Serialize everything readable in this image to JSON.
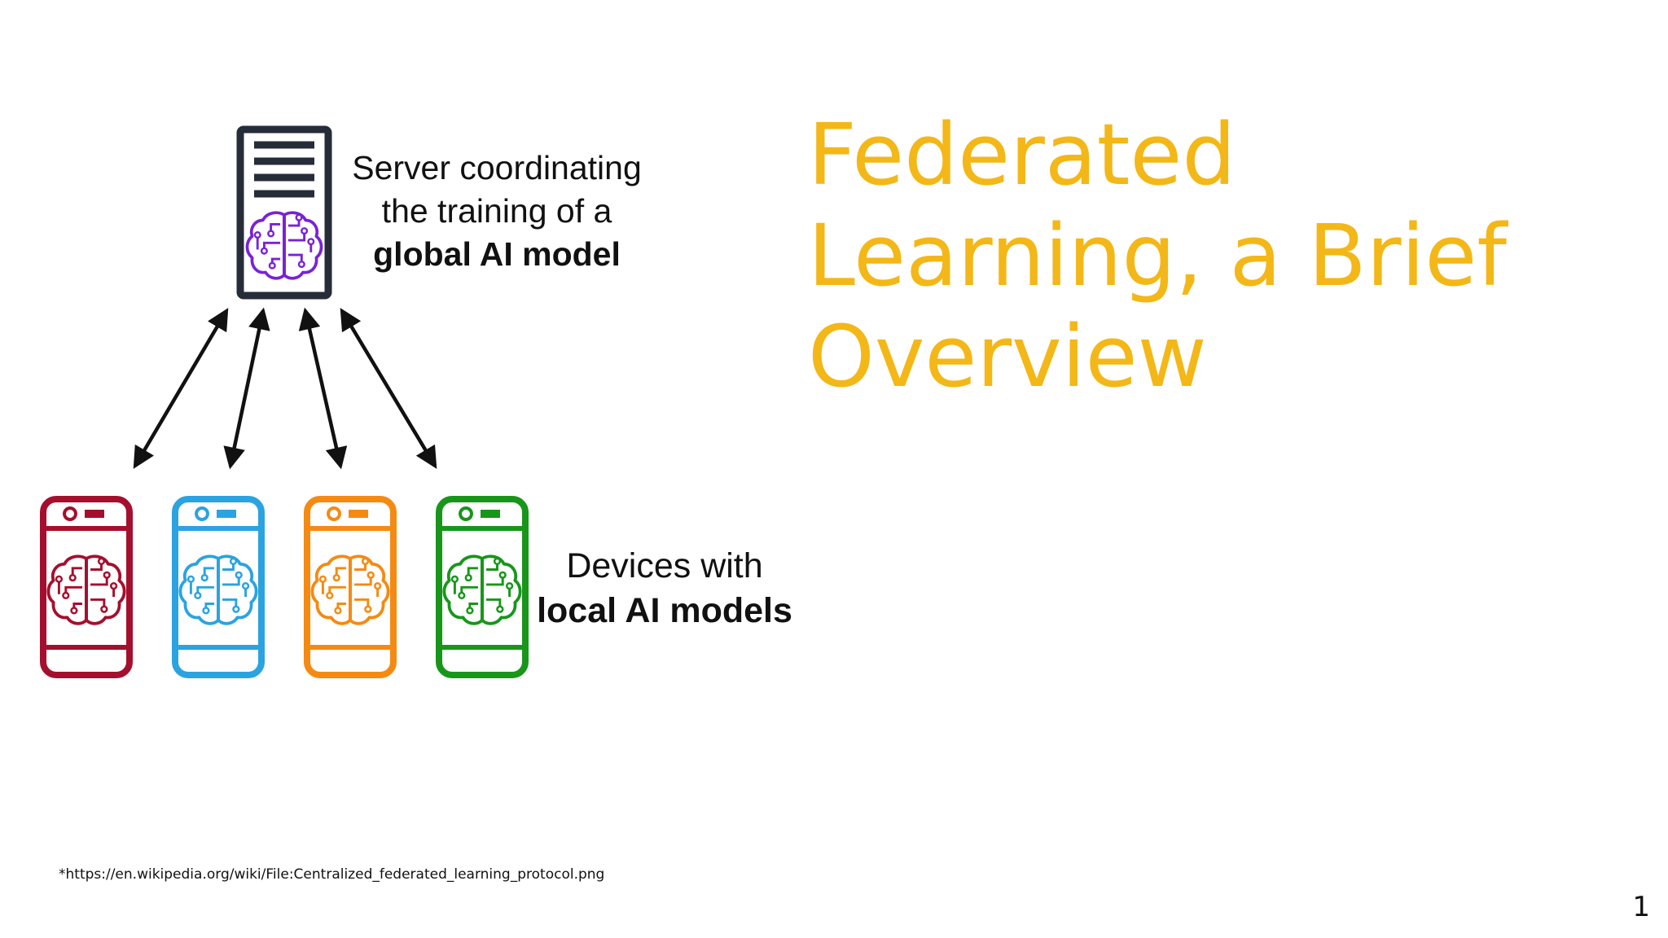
{
  "title_lines": [
    "Federated",
    "Learning, a Brief",
    "Overview"
  ],
  "server_caption": {
    "line1": "Server coordinating",
    "line2": "the training of a",
    "line3": "global AI model"
  },
  "devices_caption": {
    "line1": "Devices with",
    "line2": "local AI models"
  },
  "icons": {
    "server": "server-icon",
    "brain": "brain-circuit-icon",
    "phone": "smartphone-icon",
    "arrow": "bidirectional-arrow-icon"
  },
  "colors": {
    "title": "#f3b717",
    "server_frame": "#262d38",
    "server_brain": "#7a22d6",
    "arrows": "#111111"
  },
  "devices": [
    {
      "name": "device-1",
      "color": "#a50f2d"
    },
    {
      "name": "device-2",
      "color": "#2ba3e0"
    },
    {
      "name": "device-3",
      "color": "#f58a12"
    },
    {
      "name": "device-4",
      "color": "#18961a"
    }
  ],
  "footnote": "*https://en.wikipedia.org/wiki/File:Centralized_federated_learning_protocol.png",
  "page_number": "1"
}
